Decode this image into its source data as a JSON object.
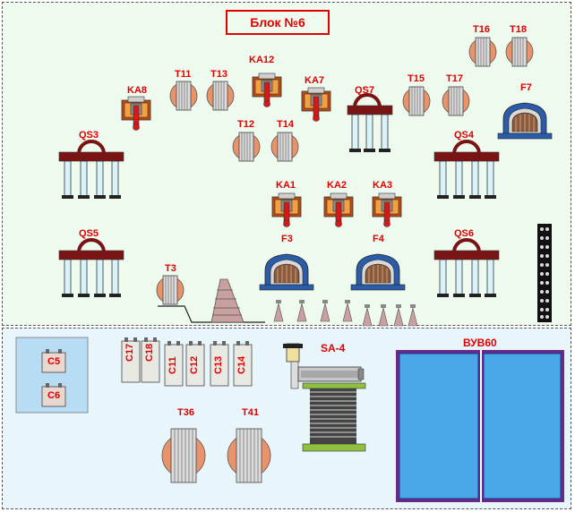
{
  "title": "Блок №6",
  "labels": {
    "t11": "T11",
    "t13": "T13",
    "t12": "T12",
    "t14": "T14",
    "t15": "T15",
    "t17": "T17",
    "t16": "T16",
    "t18": "T18",
    "t3": "T3",
    "t36": "T36",
    "t41": "T41",
    "ka8": "KA8",
    "ka12": "KA12",
    "ka7": "KA7",
    "ka1": "KA1",
    "ka2": "KA2",
    "ka3": "KA3",
    "qs3": "QS3",
    "qs4": "QS4",
    "qs5": "QS5",
    "qs6": "QS6",
    "qs7": "QS7",
    "f3": "F3",
    "f4": "F4",
    "f7": "F7",
    "c5": "C5",
    "c6": "C6",
    "c17": "C17",
    "c18": "C18",
    "c11": "C11",
    "c12": "C12",
    "c13": "C13",
    "c14": "C14",
    "sa4": "SA-4",
    "vuv60": "ВУВ60"
  },
  "colors": {
    "label_red": "#e00000",
    "top_bg": "#eefaee",
    "bottom_bg": "#e8f6fc",
    "vuv_frame": "#6a2a8a",
    "vuv_fill": "#4aa8e8",
    "copper": "#e8936a",
    "switch_bar": "#7a1414"
  }
}
